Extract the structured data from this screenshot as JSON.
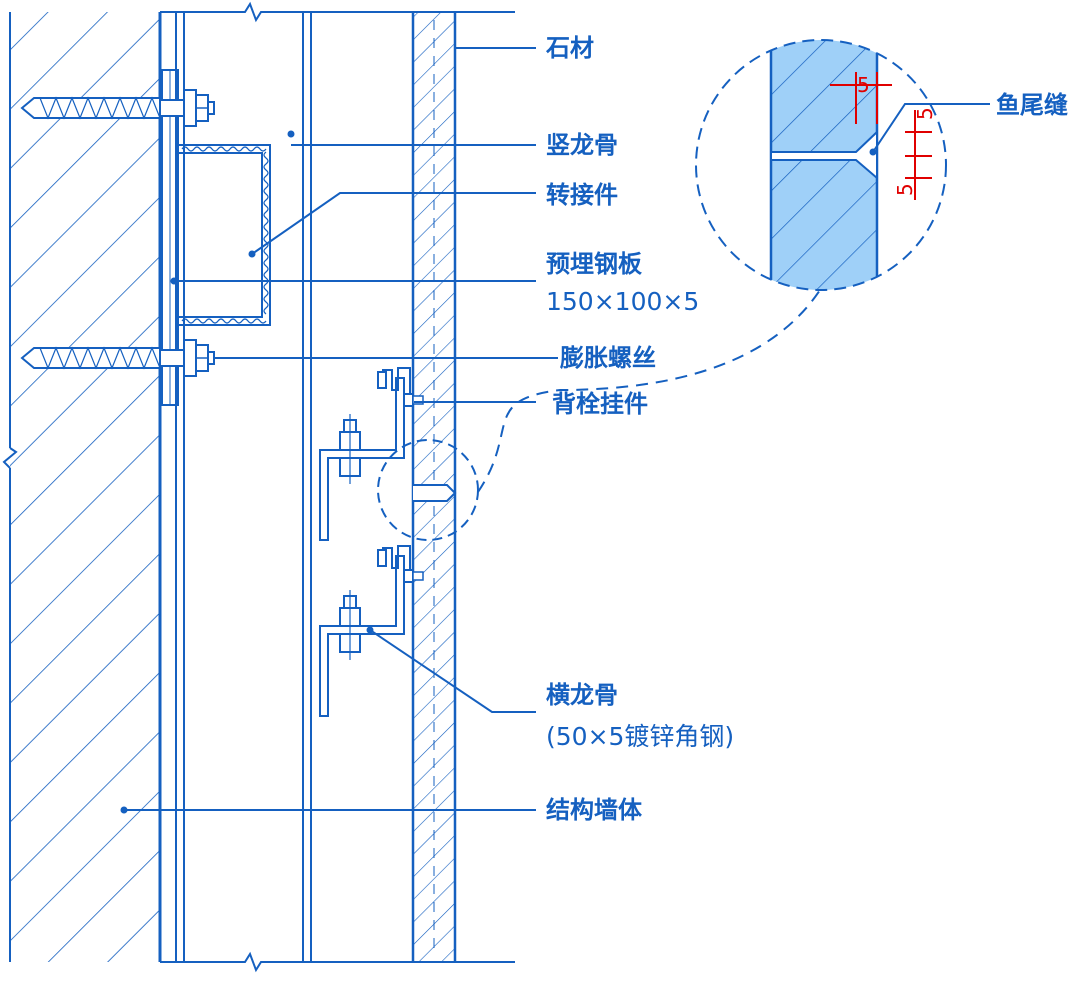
{
  "labels": {
    "stone": "石材",
    "vertical_keel": "竖龙骨",
    "adapter": "转接件",
    "embedded_plate": "预埋钢板",
    "embedded_plate_size": "150×100×5",
    "expansion_bolt": "膨胀螺丝",
    "back_bolt_hanger": "背栓挂件",
    "horizontal_keel": "横龙骨",
    "horizontal_keel_spec": "(50×5镀锌角钢)",
    "structural_wall": "结构墙体",
    "fishtail_joint": "鱼尾缝"
  },
  "dimensions": {
    "joint_width": "5",
    "joint_depth_upper": "5",
    "joint_depth_lower": "5"
  },
  "colors": {
    "line": "#1560c0",
    "detail_fill": "#9fd0f8",
    "dimension": "#e00000"
  }
}
